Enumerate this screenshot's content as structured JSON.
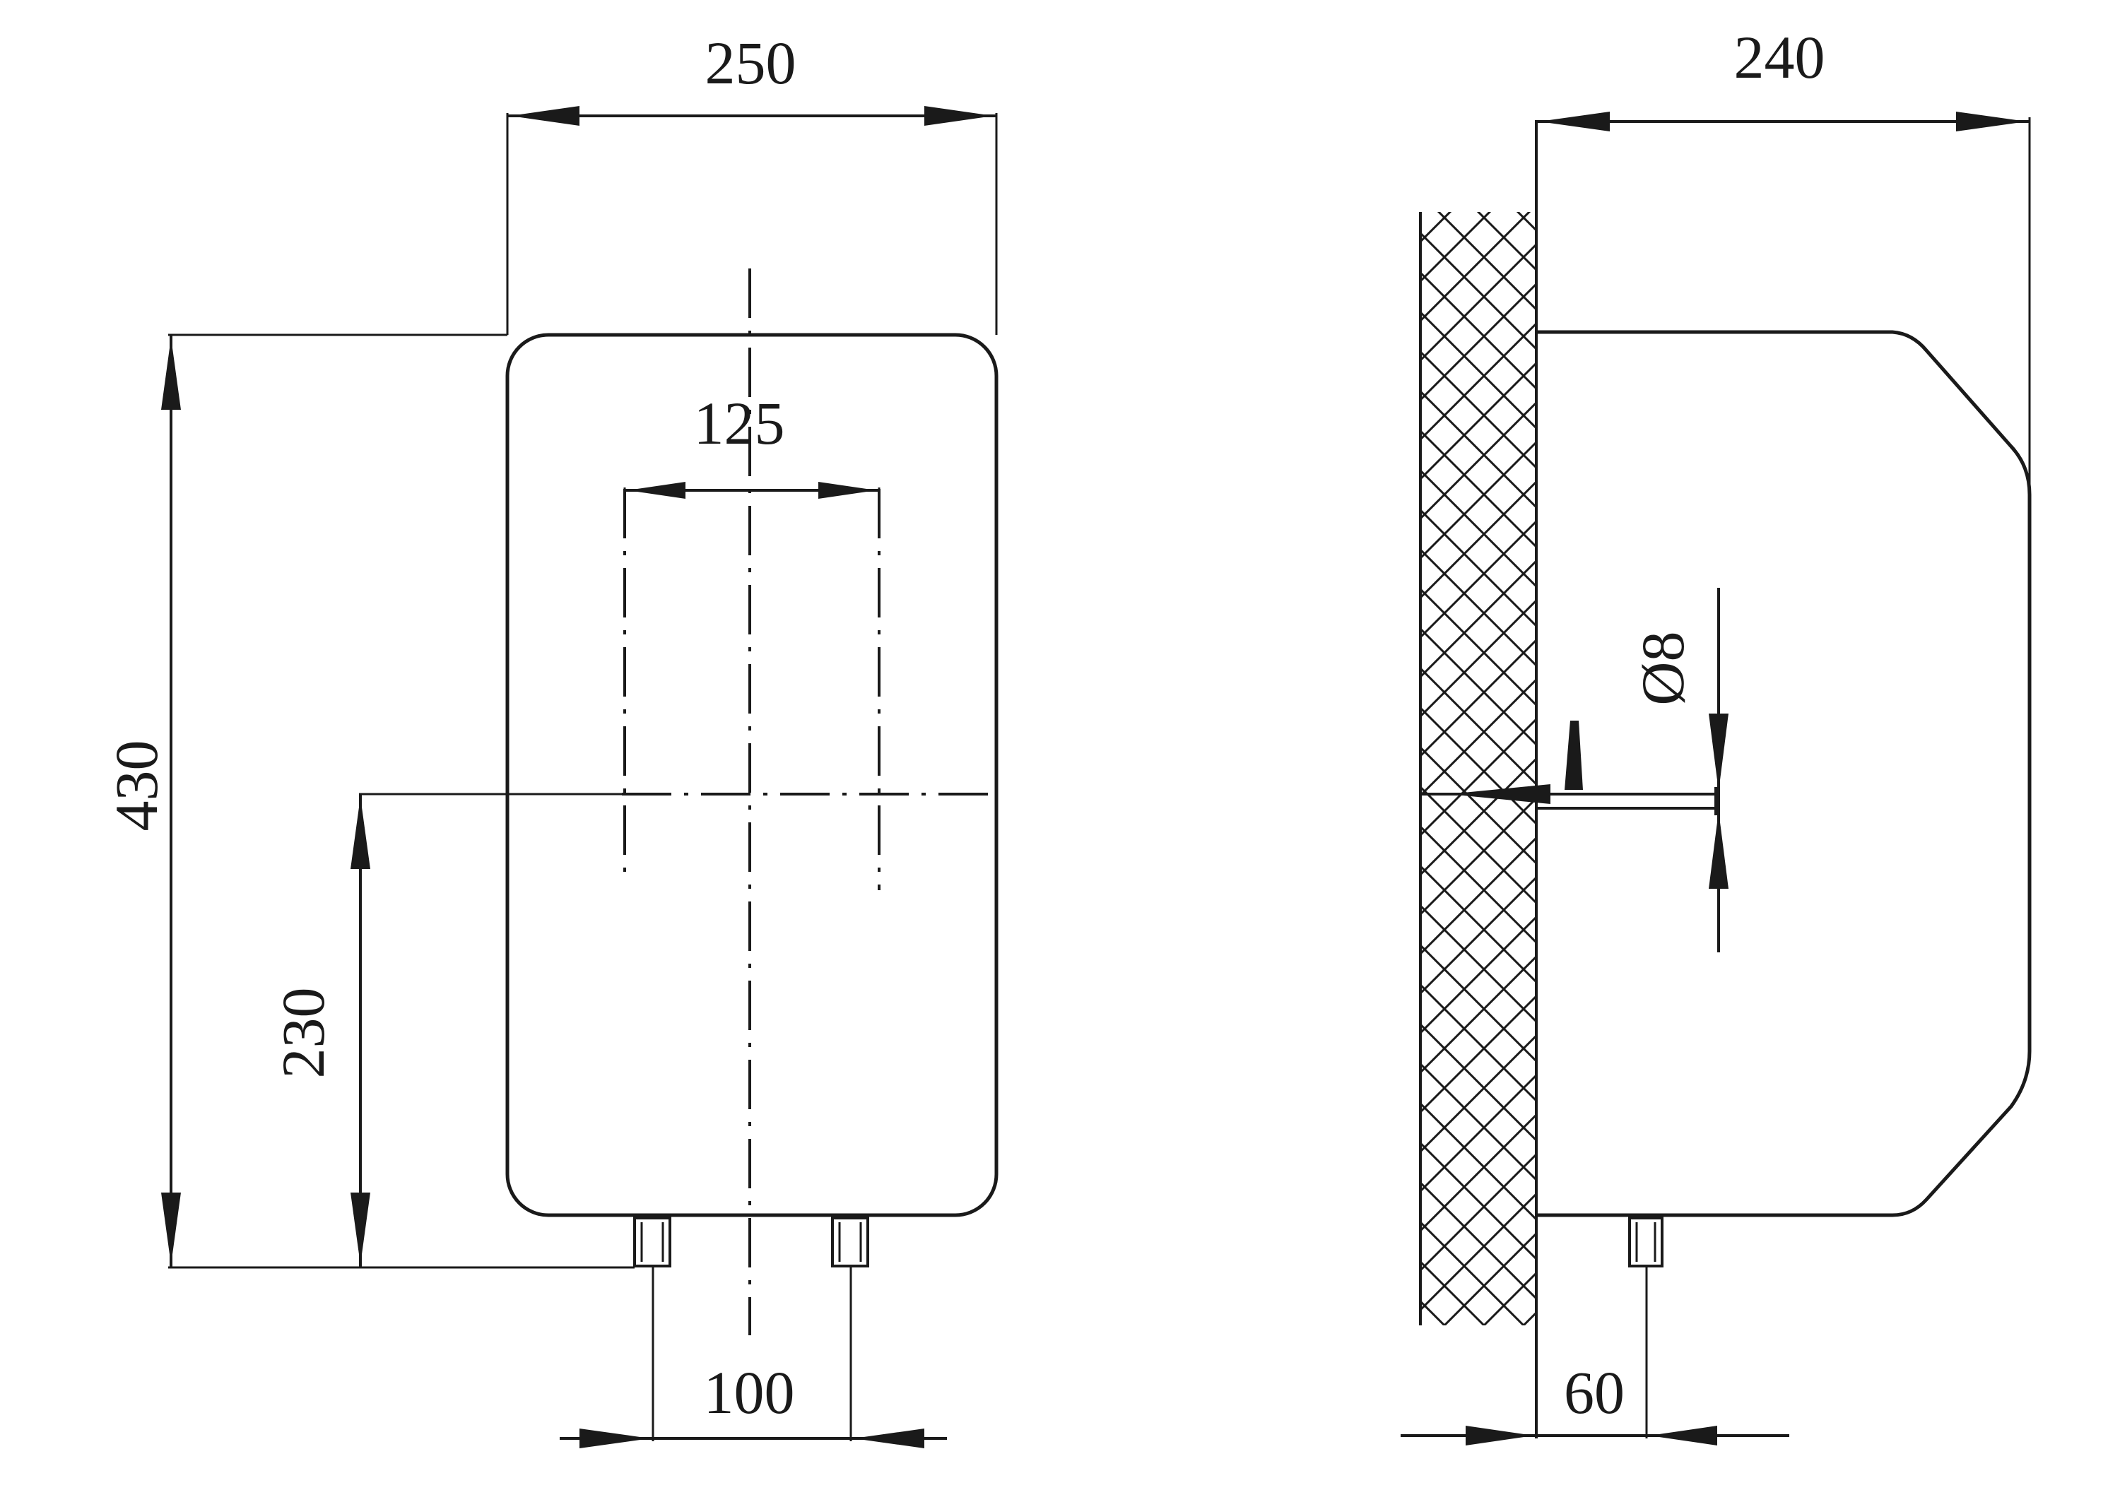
{
  "front_view": {
    "width": "250",
    "height": "430",
    "bracket_spacing": "125",
    "mount_height": "230",
    "pipe_spacing": "100"
  },
  "side_view": {
    "depth": "240",
    "bolt_diameter": "Ø8",
    "pipe_offset": "60"
  },
  "colors": {
    "ink": "#1a1a1a",
    "background": "#ffffff"
  }
}
